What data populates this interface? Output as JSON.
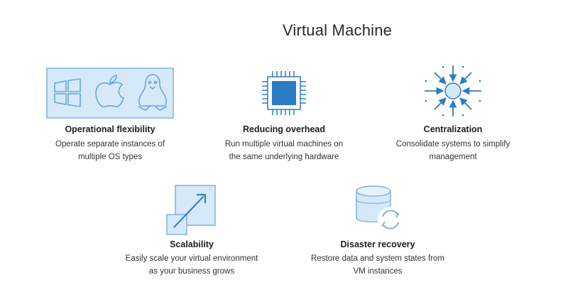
{
  "title": "Virtual Machine",
  "colors": {
    "accent": "#2b7cc5",
    "light_fill": "#d6e9f8",
    "stroke": "#7fb3de"
  },
  "features": [
    {
      "name": "Operational flexibility",
      "desc1": "Operate separate instances of",
      "desc2": "multiple OS types",
      "icon": "os-icons"
    },
    {
      "name": "Reducing overhead",
      "desc1": "Run multiple virtual machines on",
      "desc2": "the same underlying hardware",
      "icon": "cpu-chip-icon"
    },
    {
      "name": "Centralization",
      "desc1": "Consolidate systems to simplify",
      "desc2": "management",
      "icon": "centralization-arrows-icon"
    },
    {
      "name": "Scalability",
      "desc1": "Easily scale your virtual environment",
      "desc2": "as your business grows",
      "icon": "scale-up-icon"
    },
    {
      "name": "Disaster recovery",
      "desc1": "Restore data and system states from",
      "desc2": "VM instances",
      "icon": "database-recovery-icon"
    }
  ]
}
